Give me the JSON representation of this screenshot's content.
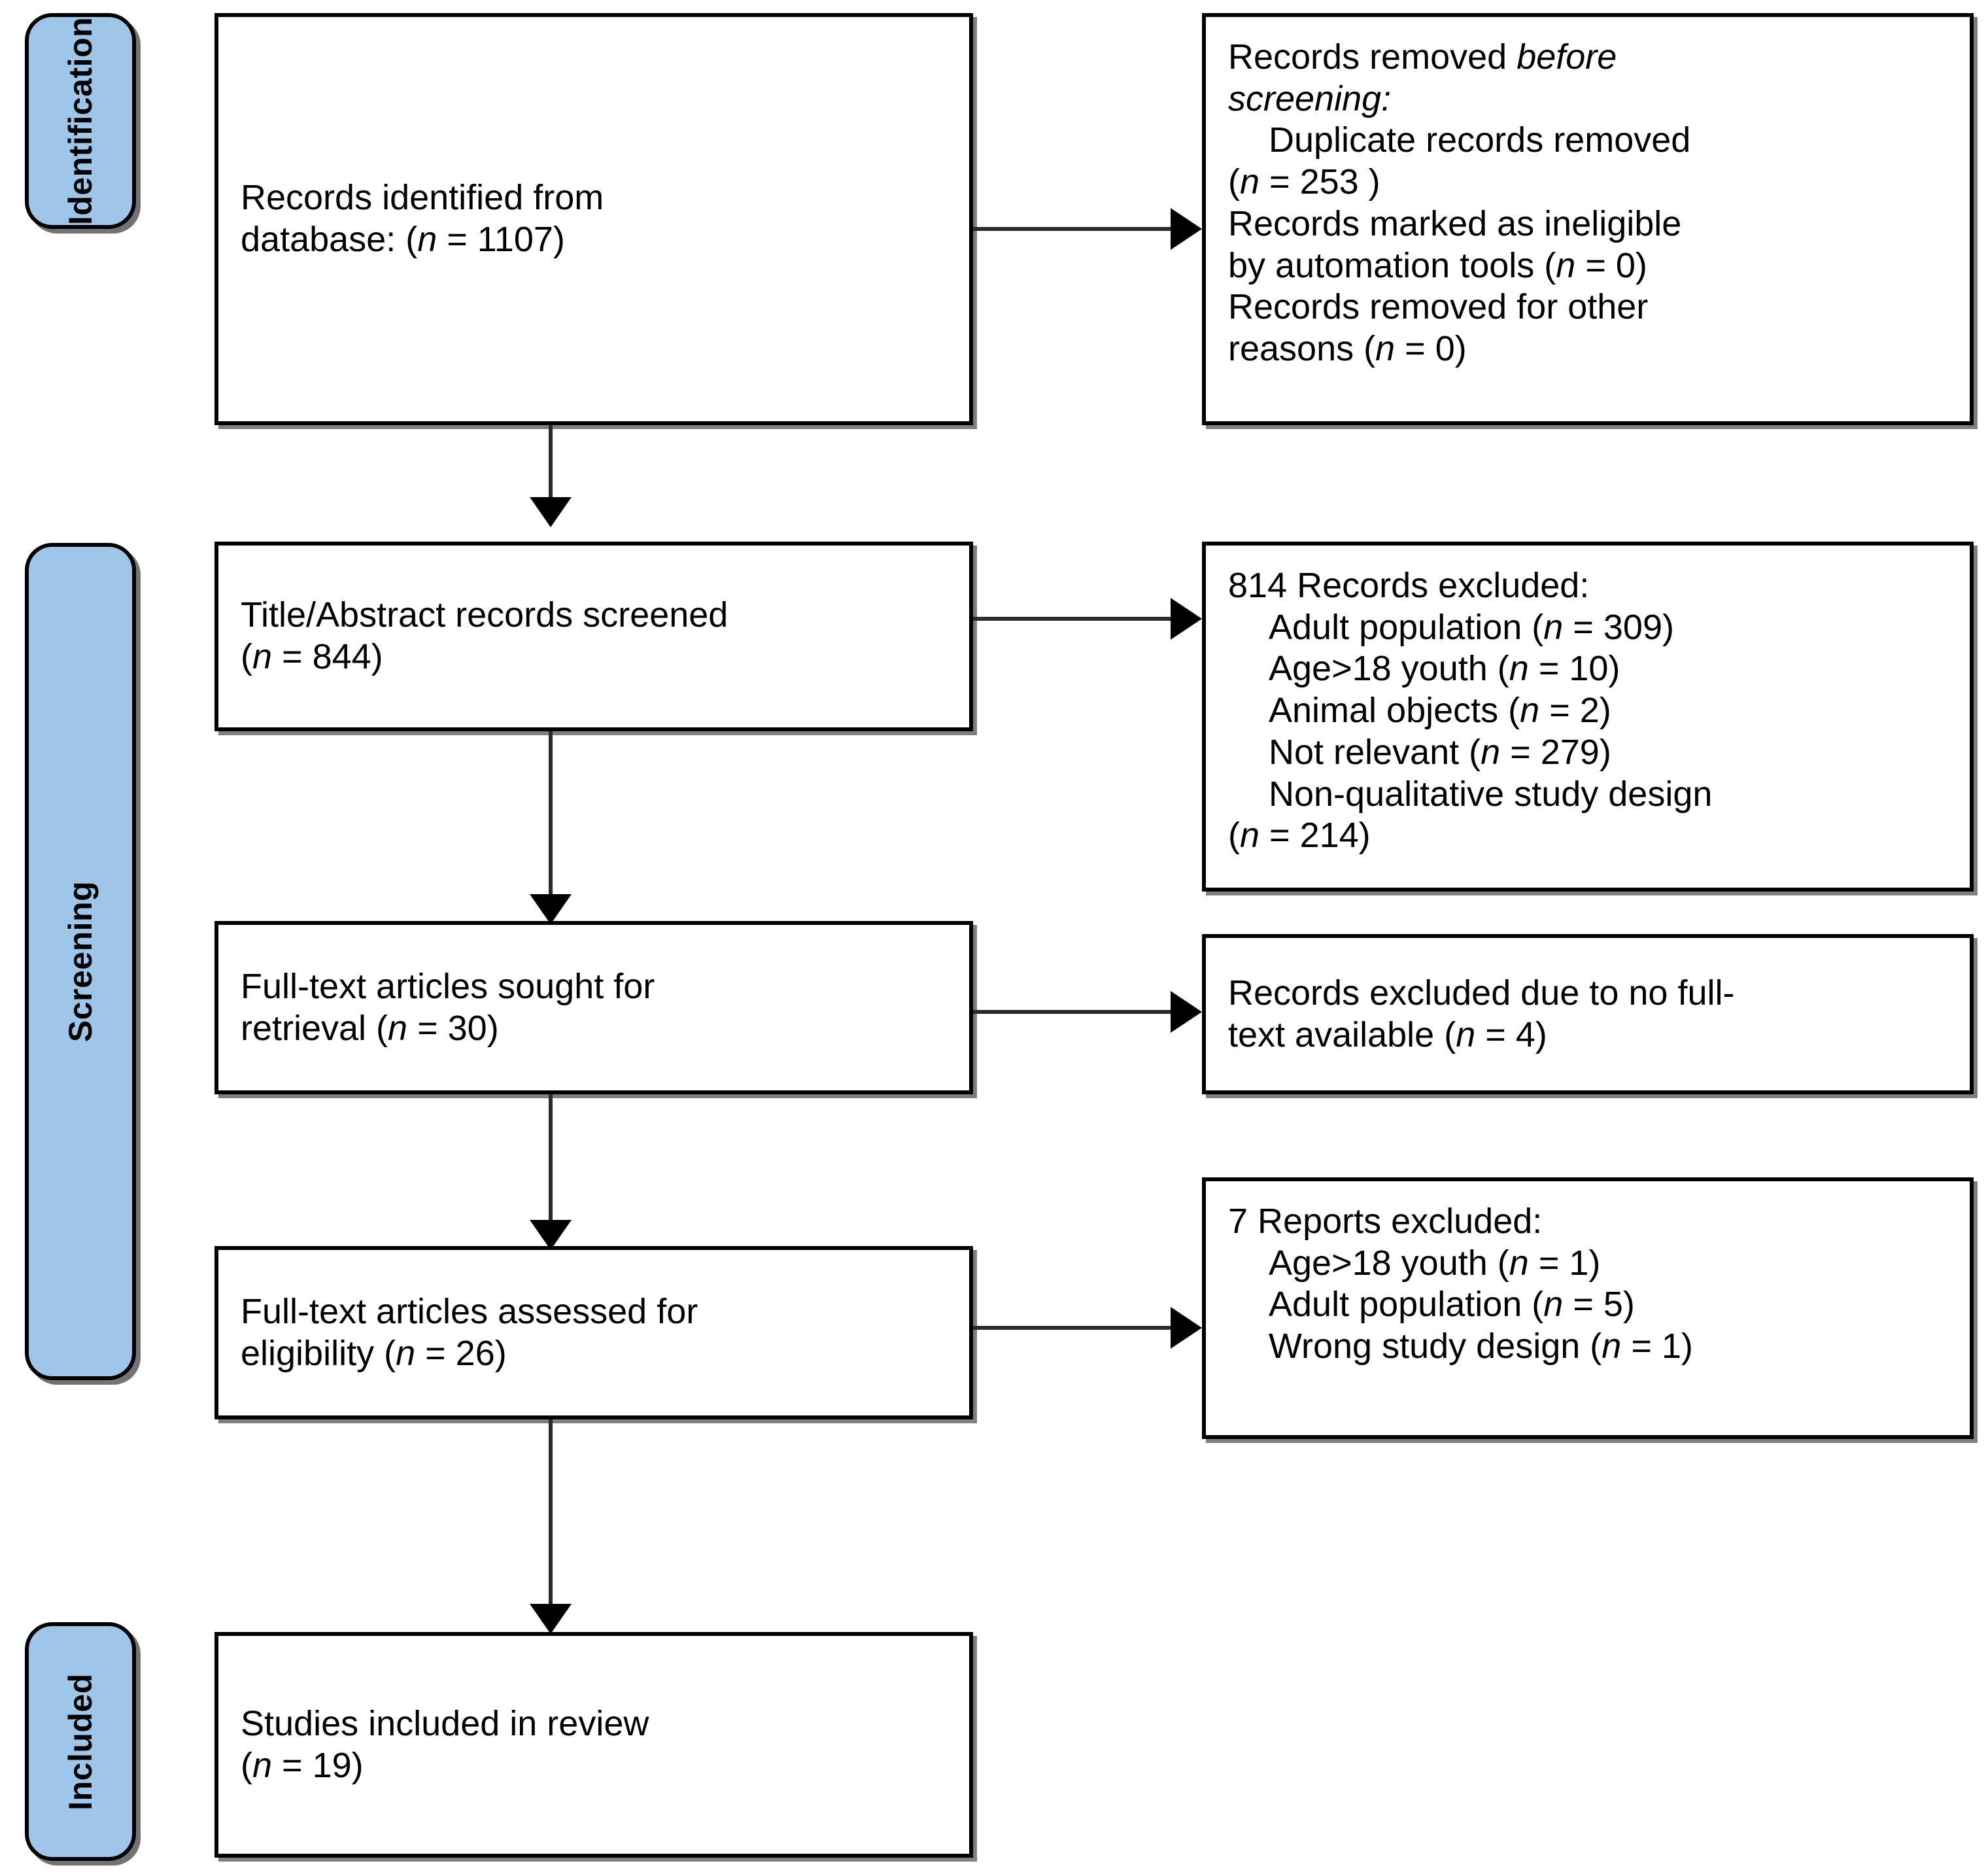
{
  "diagram": {
    "title": "PRISMA flow diagram",
    "accent_color": "#9FC5E8",
    "line_color": "#000000",
    "phases": [
      {
        "id": "identification",
        "label": "Identification"
      },
      {
        "id": "screening",
        "label": "Screening"
      },
      {
        "id": "included",
        "label": "Included"
      }
    ],
    "boxes": {
      "records_identified": {
        "lines": [
          "Records identified from",
          "database: (n = 1107)"
        ]
      },
      "records_removed_before_screening": {
        "lines": [
          "Records removed before",
          "screening:",
          "Duplicate records removed",
          "(n = 253 )",
          "Records marked as ineligible",
          "by automation tools (n = 0)",
          "Records removed for other",
          "reasons (n = 0)"
        ]
      },
      "title_abstract_screened": {
        "lines": [
          "Title/Abstract records screened",
          "(n = 844)"
        ]
      },
      "records_excluded_814": {
        "lines": [
          "814 Records excluded:",
          "Adult population (n = 309)",
          "Age>18 youth (n = 10)",
          "Animal objects (n = 2)",
          "Not relevant (n = 279)",
          "Non-qualitative study design",
          "(n = 214)"
        ]
      },
      "fulltext_sought": {
        "lines": [
          "Full-text articles sought for",
          "retrieval (n = 30)"
        ]
      },
      "excluded_no_fulltext": {
        "lines": [
          "Records excluded due to no full-",
          "text available (n = 4)"
        ]
      },
      "fulltext_assessed": {
        "lines": [
          "Full-text articles assessed for",
          "eligibility (n = 26)"
        ]
      },
      "reports_excluded_7": {
        "lines": [
          "7 Reports excluded:",
          "Age>18 youth (n = 1)",
          "Adult population (n = 5)",
          "Wrong study design (n = 1)"
        ]
      },
      "studies_included": {
        "lines": [
          "Studies included in review",
          "(n = 19)"
        ]
      }
    }
  },
  "chart_data": {
    "type": "diagram",
    "title": "PRISMA 2020 flow diagram for study selection",
    "nodes": [
      {
        "id": "records_identified",
        "stage": "Identification",
        "label": "Records identified from database",
        "n": 1107
      },
      {
        "id": "records_removed_before_screening",
        "stage": "Identification",
        "label": "Records removed before screening",
        "n": 253,
        "breakdown": [
          {
            "reason": "Duplicate records removed",
            "n": 253
          },
          {
            "reason": "Records marked as ineligible by automation tools",
            "n": 0
          },
          {
            "reason": "Records removed for other reasons",
            "n": 0
          }
        ]
      },
      {
        "id": "title_abstract_screened",
        "stage": "Screening",
        "label": "Title/Abstract records screened",
        "n": 844
      },
      {
        "id": "records_excluded_814",
        "stage": "Screening",
        "label": "Records excluded",
        "n": 814,
        "breakdown": [
          {
            "reason": "Adult population",
            "n": 309
          },
          {
            "reason": "Age>18 youth",
            "n": 10
          },
          {
            "reason": "Animal objects",
            "n": 2
          },
          {
            "reason": "Not relevant",
            "n": 279
          },
          {
            "reason": "Non-qualitative study design",
            "n": 214
          }
        ]
      },
      {
        "id": "fulltext_sought",
        "stage": "Screening",
        "label": "Full-text articles sought for retrieval",
        "n": 30
      },
      {
        "id": "excluded_no_fulltext",
        "stage": "Screening",
        "label": "Records excluded due to no full-text available",
        "n": 4
      },
      {
        "id": "fulltext_assessed",
        "stage": "Screening",
        "label": "Full-text articles assessed for eligibility",
        "n": 26
      },
      {
        "id": "reports_excluded_7",
        "stage": "Screening",
        "label": "Reports excluded",
        "n": 7,
        "breakdown": [
          {
            "reason": "Age>18 youth",
            "n": 1
          },
          {
            "reason": "Adult population",
            "n": 5
          },
          {
            "reason": "Wrong study design",
            "n": 1
          }
        ]
      },
      {
        "id": "studies_included",
        "stage": "Included",
        "label": "Studies included in review",
        "n": 19
      }
    ],
    "edges": [
      {
        "from": "records_identified",
        "to": "records_removed_before_screening",
        "direction": "right"
      },
      {
        "from": "records_identified",
        "to": "title_abstract_screened",
        "direction": "down"
      },
      {
        "from": "title_abstract_screened",
        "to": "records_excluded_814",
        "direction": "right"
      },
      {
        "from": "title_abstract_screened",
        "to": "fulltext_sought",
        "direction": "down"
      },
      {
        "from": "fulltext_sought",
        "to": "excluded_no_fulltext",
        "direction": "right"
      },
      {
        "from": "fulltext_sought",
        "to": "fulltext_assessed",
        "direction": "down"
      },
      {
        "from": "fulltext_assessed",
        "to": "reports_excluded_7",
        "direction": "right"
      },
      {
        "from": "fulltext_assessed",
        "to": "studies_included",
        "direction": "down"
      }
    ]
  }
}
